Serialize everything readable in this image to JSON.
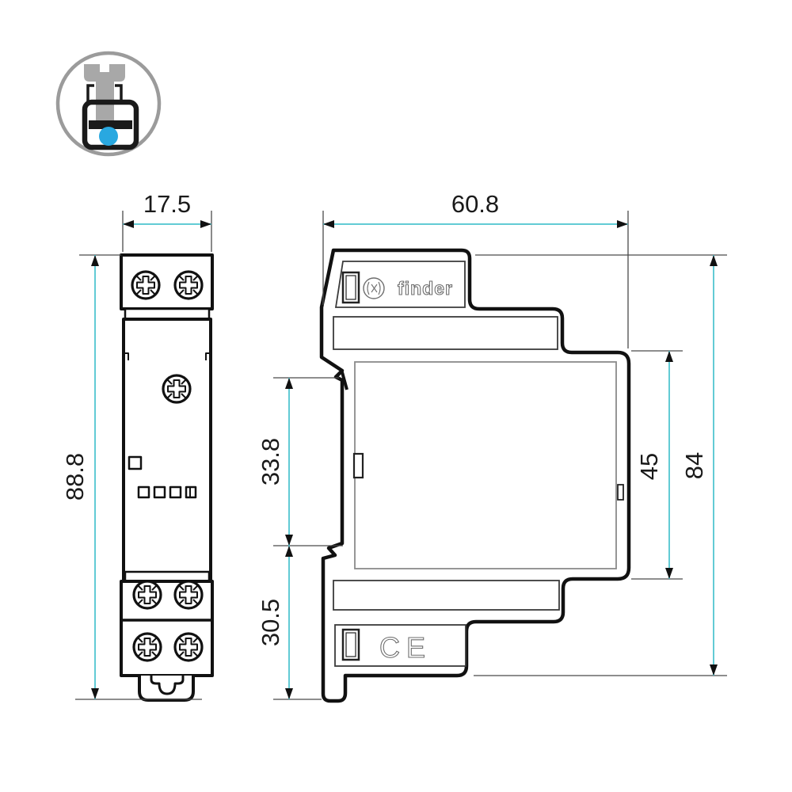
{
  "header_icon": {
    "name": "screw-terminal-icon",
    "dot_color": "#29a8e0",
    "screw_color": "#a8a8a8",
    "ring_color": "#9b9b9b"
  },
  "front_view": {
    "width_label": "17.5",
    "height_label": "88.8"
  },
  "side_view": {
    "width_label": "60.8",
    "upper_section_label": "33.8",
    "lower_section_label": "30.5",
    "face_height_label": "45",
    "total_height_label": "84",
    "brand_text": "finder",
    "ce_text": "CE"
  },
  "style": {
    "dimension_line_color": "#62cbd5",
    "outline_color": "#111111"
  }
}
